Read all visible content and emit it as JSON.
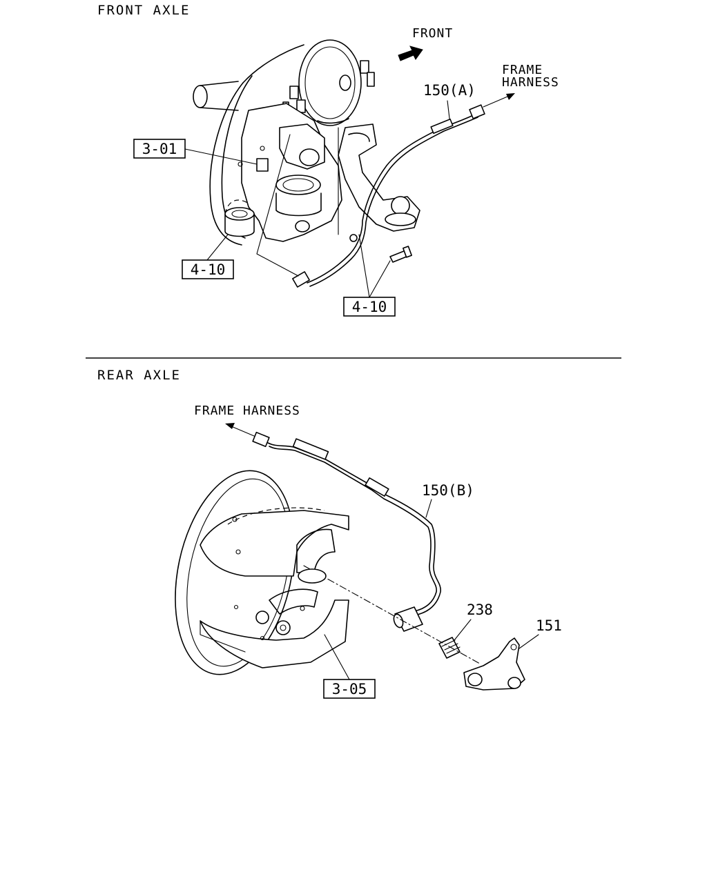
{
  "front_axle": {
    "section_title": "FRONT AXLE",
    "direction_label": "FRONT",
    "harness_line1": "FRAME",
    "harness_line2": "HARNESS",
    "part_150a": "150(A)",
    "ref_3_01": "3-01",
    "ref_4_10_left": "4-10",
    "ref_4_10_bottom": "4-10"
  },
  "rear_axle": {
    "section_title": "REAR AXLE",
    "harness_label": "FRAME HARNESS",
    "part_150b": "150(B)",
    "part_238": "238",
    "part_151": "151",
    "ref_3_05": "3-05"
  }
}
